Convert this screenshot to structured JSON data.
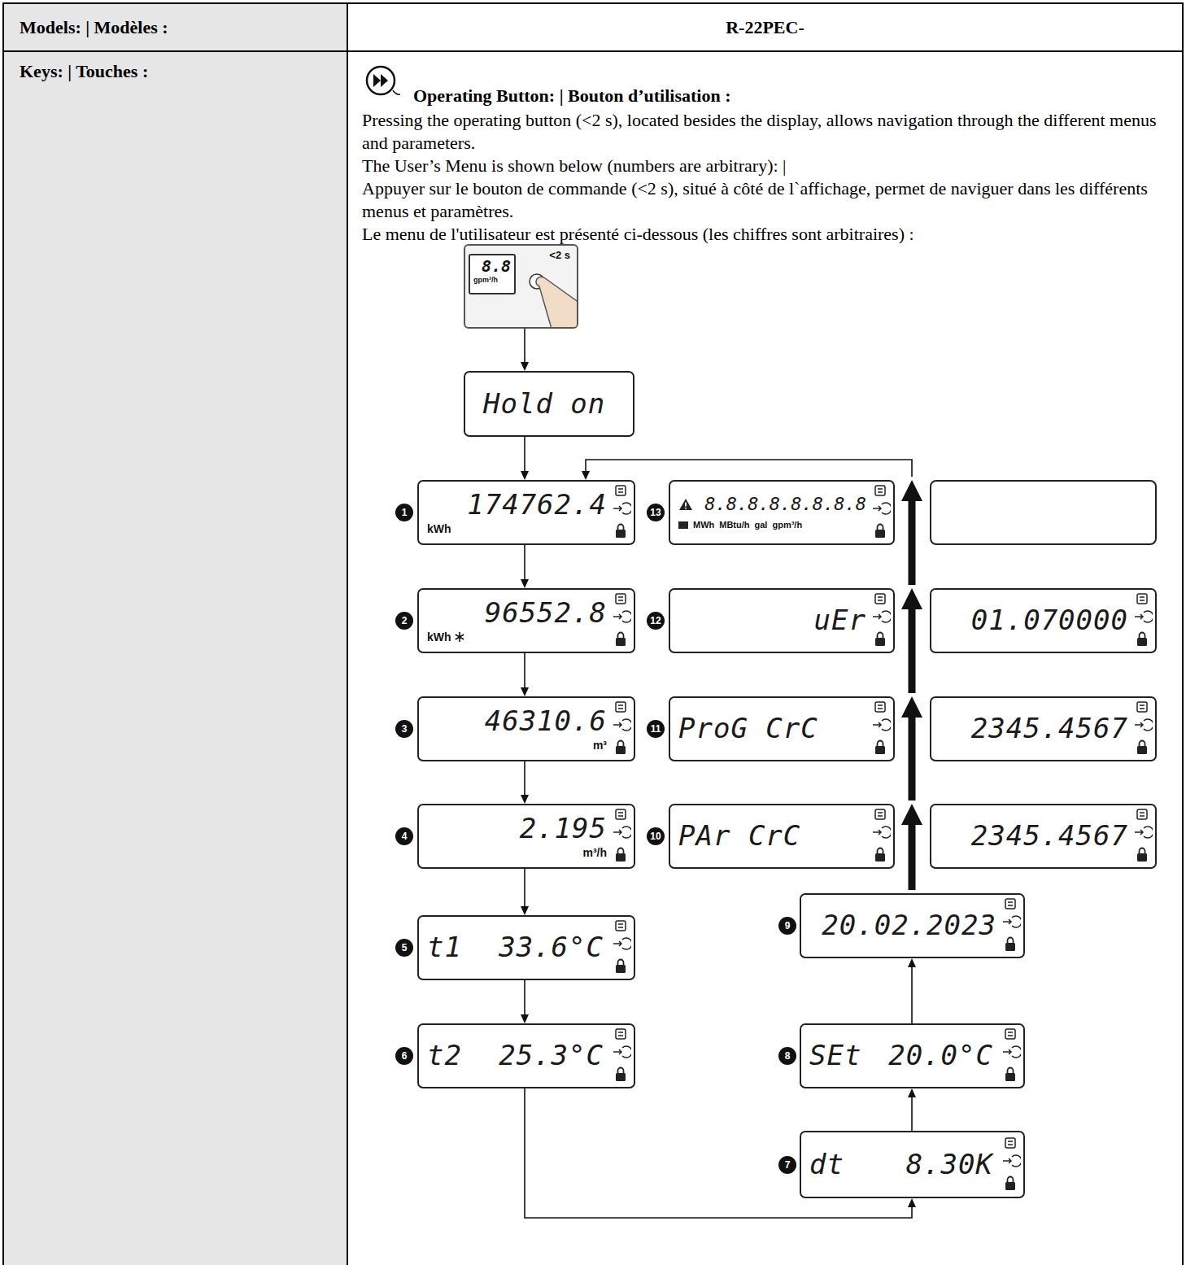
{
  "diagram": {
    "nodes": [
      {
        "text": [
          "Models: | Modèles :"
        ]
      },
      {
        "text": [
          "R-22PEC-"
        ]
      },
      {
        "text": [
          "Keys: | Touches :"
        ]
      },
      {
        "text": [
          "Operating Button: | Bouton d’utilisation :",
          "Pressing the operating button (<2 s), located besides the display, allows navigation through the different menus and parameters.",
          "The User’s Menu is shown below (numbers are arbitrary): |",
          "Appuyer sur le bouton de commande (<2 s), situé à côté de l`affichage, permet de naviguer dans les différents menus et paramètres.",
          "Le menu de l'utilisateur est présenté ci-dessous (les chiffres sont arbitraires) :"
        ]
      },
      {
        "text": [
          "8.8",
          "gpm³/h",
          "<2 s"
        ],
        "in": 3
      },
      {
        "text": [
          "Hold on"
        ],
        "in": 3
      },
      {
        "text": [
          "174762.4",
          "kWh"
        ],
        "in": 3
      },
      {
        "text": [
          "96552.8",
          "kWh"
        ],
        "in": 3
      },
      {
        "text": [
          "46310.6",
          "m³"
        ],
        "in": 3
      },
      {
        "text": [
          "2.195",
          "m³/h"
        ],
        "in": 3
      },
      {
        "text": [
          "t1",
          "33.6°C"
        ],
        "in": 3
      },
      {
        "text": [
          "t2",
          "25.3°C"
        ],
        "in": 3
      },
      {
        "text": [
          "dt",
          "8.30K"
        ],
        "in": 3
      },
      {
        "text": [
          "SEt",
          "20.0°C"
        ],
        "in": 3
      },
      {
        "text": [
          "20.02.2023"
        ],
        "in": 3
      },
      {
        "text": [
          "PAr CrC"
        ],
        "in": 3
      },
      {
        "text": [
          "2345.4567"
        ],
        "in": 3
      },
      {
        "text": [
          "ProG CrC"
        ],
        "in": 3
      },
      {
        "text": [
          "2345.4567"
        ],
        "in": 3
      },
      {
        "text": [
          "uEr"
        ],
        "in": 3
      },
      {
        "text": [
          "01.070000"
        ],
        "in": 3
      },
      {
        "text": [
          "8.8.8.8.8.8.8.8",
          "MWh",
          "MBtu/h",
          "gal",
          "gpm³/h"
        ],
        "in": 3
      }
    ],
    "edges": [
      {
        "from": 4,
        "to": 5,
        "arrow": "to"
      },
      {
        "from": 5,
        "to": 6,
        "arrow": "to"
      },
      {
        "from": 6,
        "to": 7,
        "arrow": "to"
      },
      {
        "from": 7,
        "to": 8,
        "arrow": "to"
      },
      {
        "from": 8,
        "to": 9,
        "arrow": "to"
      },
      {
        "from": 9,
        "to": 10,
        "arrow": "to"
      },
      {
        "from": 10,
        "to": 11,
        "arrow": "to"
      },
      {
        "from": 11,
        "to": 12,
        "arrow": "to"
      },
      {
        "from": 12,
        "to": 13,
        "arrow": "to"
      },
      {
        "from": 13,
        "to": 14,
        "arrow": "to"
      },
      {
        "from": 14,
        "to": 15,
        "arrow": "to"
      },
      {
        "from": 15,
        "to": 17,
        "arrow": "to"
      },
      {
        "from": 17,
        "to": 19,
        "arrow": "to"
      },
      {
        "from": 19,
        "to": 21,
        "arrow": "to"
      },
      {
        "from": 21,
        "to": 6,
        "arrow": "to"
      }
    ],
    "labels": [
      "1",
      "2",
      "3",
      "4",
      "5",
      "6",
      "7",
      "8",
      "9",
      "10",
      "11",
      "12",
      "13"
    ]
  }
}
